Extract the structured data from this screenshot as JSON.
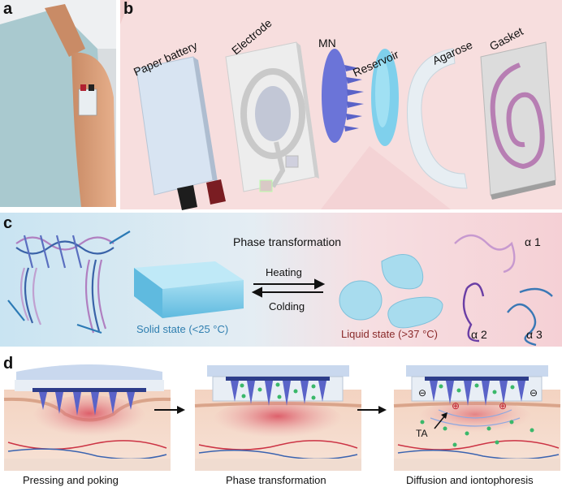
{
  "panel_a": {
    "label": "a"
  },
  "panel_b": {
    "label": "b",
    "components": {
      "paper_battery": "Paper battery",
      "electrode": "Electrode",
      "mn": "MN",
      "reservoir": "Reservoir",
      "agarose": "Agarose",
      "gasket": "Gasket"
    }
  },
  "panel_c": {
    "label": "c",
    "title": "Phase transformation",
    "heating": "Heating",
    "colding": "Colding",
    "solid": "Solid state (<25 °C)",
    "liquid": "Liquid state (>37 °C)",
    "alpha1": "α 1",
    "alpha2": "α 2",
    "alpha3": "α 3"
  },
  "panel_d": {
    "label": "d",
    "step1": "Pressing and poking",
    "step2": "Phase transformation",
    "step3": "Diffusion and iontophoresis",
    "ta": "TA",
    "minus": "⊖",
    "plus": "⊕"
  },
  "colors": {
    "panel_b_bg": "#f7dede",
    "panel_c_left": "#cfe6f2",
    "panel_c_right": "#f6d4d8",
    "microneedle": "#6b74d8",
    "reservoir": "#7fd0ec"
  }
}
